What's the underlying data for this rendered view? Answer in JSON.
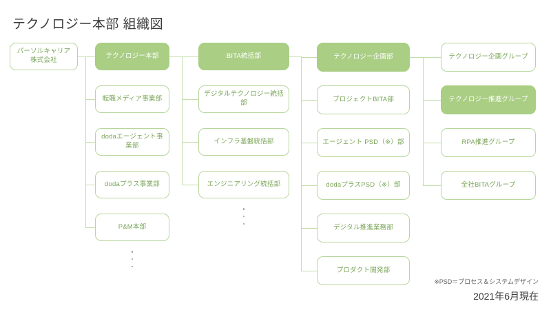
{
  "header": {
    "title": "テクノロジー本部 組織図"
  },
  "footer": {
    "note": "※PSD＝プロセス＆システムデザイン",
    "as_of": "2021年6月現在"
  },
  "colors": {
    "accent_fill": "#a9ce84",
    "border": "#b7d69c",
    "line": "#c3ddaa",
    "text_green": "#7aa558",
    "text_dark": "#3c3c3c"
  },
  "chart_data": {
    "type": "diagram",
    "title": "テクノロジー本部 組織図",
    "columns": [
      {
        "level": 0,
        "name": "company",
        "nodes": [
          {
            "id": "c0n0",
            "label": "パーソルキャリア\n株式会社",
            "highlighted": false
          }
        ]
      },
      {
        "level": 1,
        "name": "headquarters",
        "nodes": [
          {
            "id": "c1n0",
            "label": "テクノロジー本部",
            "highlighted": true
          },
          {
            "id": "c1n1",
            "label": "転職メディア事業部",
            "highlighted": false
          },
          {
            "id": "c1n2",
            "label": "dodaエージェント事業部",
            "highlighted": false
          },
          {
            "id": "c1n3",
            "label": "dodaプラス事業部",
            "highlighted": false
          },
          {
            "id": "c1n4",
            "label": "P&M本部",
            "highlighted": false
          }
        ],
        "ellipsis_after": true
      },
      {
        "level": 2,
        "name": "divisions",
        "nodes": [
          {
            "id": "c2n0",
            "label": "BITA統括部",
            "highlighted": true
          },
          {
            "id": "c2n1",
            "label": "デジタルテクノロジー統括部",
            "highlighted": false
          },
          {
            "id": "c2n2",
            "label": "インフラ基盤統括部",
            "highlighted": false
          },
          {
            "id": "c2n3",
            "label": "エンジニアリング統括部",
            "highlighted": false
          }
        ],
        "ellipsis_after": true
      },
      {
        "level": 3,
        "name": "departments",
        "nodes": [
          {
            "id": "c3n0",
            "label": "テクノロジー企画部",
            "highlighted": true
          },
          {
            "id": "c3n1",
            "label": "プロジェクトBITA部",
            "highlighted": false
          },
          {
            "id": "c3n2",
            "label": "エージェント PSD（※）部",
            "highlighted": false
          },
          {
            "id": "c3n3",
            "label": "dodaプラスPSD（※）部",
            "highlighted": false
          },
          {
            "id": "c3n4",
            "label": "デジタル推進業務部",
            "highlighted": false
          },
          {
            "id": "c3n5",
            "label": "プロダクト開発部",
            "highlighted": false
          }
        ],
        "ellipsis_after": false
      },
      {
        "level": 4,
        "name": "groups",
        "nodes": [
          {
            "id": "c4n0",
            "label": "テクノロジー企画グループ",
            "highlighted": false
          },
          {
            "id": "c4n1",
            "label": "テクノロジー推進グループ",
            "highlighted": true
          },
          {
            "id": "c4n2",
            "label": "RPA推進グループ",
            "highlighted": false
          },
          {
            "id": "c4n3",
            "label": "全社BITAグループ",
            "highlighted": false
          }
        ],
        "ellipsis_after": false
      }
    ],
    "edges": [
      {
        "from": "c0n0",
        "to": [
          "c1n0",
          "c1n1",
          "c1n2",
          "c1n3",
          "c1n4"
        ]
      },
      {
        "from": "c1n0",
        "to": [
          "c2n0",
          "c2n1",
          "c2n2",
          "c2n3"
        ]
      },
      {
        "from": "c2n0",
        "to": [
          "c3n0",
          "c3n1",
          "c3n2",
          "c3n3",
          "c3n4",
          "c3n5"
        ]
      },
      {
        "from": "c3n0",
        "to": [
          "c4n0",
          "c4n1",
          "c4n2",
          "c4n3"
        ]
      }
    ]
  }
}
